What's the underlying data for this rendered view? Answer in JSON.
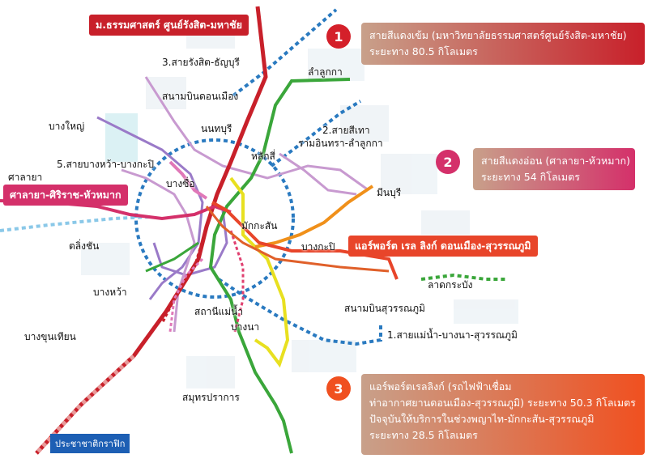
{
  "colors": {
    "red_dark": "#c8202a",
    "red_light": "#d4306a",
    "airport": "#e8452a",
    "blue": "#2a7ac0",
    "green": "#3aa63a",
    "yellow": "#e8e020",
    "purple": "#9a7ac8",
    "lilac": "#c89ad0",
    "pink": "#e078b8",
    "orange": "#f0901a"
  },
  "tags": {
    "red_dark_line": "ม.ธรรมศาสตร์ ศูนย์รังสิต-มหาชัย",
    "red_light_line": "ศาลายา-ศิริราช-หัวหมาก",
    "airport_line": "แอร์พอร์ต เรล ลิงก์ ดอนเมือง-สุวรรณภูมิ"
  },
  "places": {
    "rangsit": "3.สายรังสิต-ธัญบุรี",
    "lamlukka": "ลำลูกกา",
    "donmueang": "สนามบินดอนเมือง",
    "bangyai": "บางใหญ่",
    "nonthaburi": "นนทบุรี",
    "grey_line_1": "2.สายสีเทา",
    "grey_line_2": "รามอินทรา-ลำลูกกา",
    "bangwa_bangkapi": "5.สายบางหว้า-บางกะปิ",
    "laksi": "หลักสี่",
    "salaya": "ศาลายา",
    "bangsue": "บางซื่อ",
    "minburi": "มีนบุรี",
    "makkasan": "มักกะสัน",
    "bangkapi": "บางกะปิ",
    "talingchan": "ตลิ่งชัน",
    "latkrabang": "ลาดกระบัง",
    "bangwa": "บางหว้า",
    "maenam": "สถานีแม่น้ำ",
    "suvarnabhumi": "สนามบินสุวรรณภูมิ",
    "bangna": "บางนา",
    "maenam_line": "1.สายแม่น้ำ-บางนา-สุวรรณภูมิ",
    "bangkhunthian": "บางขุนเทียน",
    "samutprakan": "สมุทรปราการ"
  },
  "info": [
    {
      "number": "1",
      "lines": [
        "สายสีแดงเข้ม (มหาวิทยาลัยธรรมศาสตร์ศูนย์รังสิต-มหาชัย)",
        "ระยะทาง 80.5 กิโลเมตร"
      ]
    },
    {
      "number": "2",
      "lines": [
        "สายสีแดงอ่อน (ศาลายา-หัวหมาก)",
        "ระยะทาง 54 กิโลเมตร"
      ]
    },
    {
      "number": "3",
      "lines": [
        "แอร์พอร์ตเรลลิงก์ (รถไฟฟ้าเชื่อม",
        "ท่าอากาศยานดอนเมือง-สุวรรณภูมิ) ระยะทาง 50.3 กิโลเมตร",
        "ปัจจุบันให้บริการในช่วงพญาไท-มักกะสัน-สุวรรณภูมิ",
        "ระยะทาง 28.5 กิโลเมตร"
      ]
    }
  ],
  "credit": "ประชาชาติกราฟิก"
}
